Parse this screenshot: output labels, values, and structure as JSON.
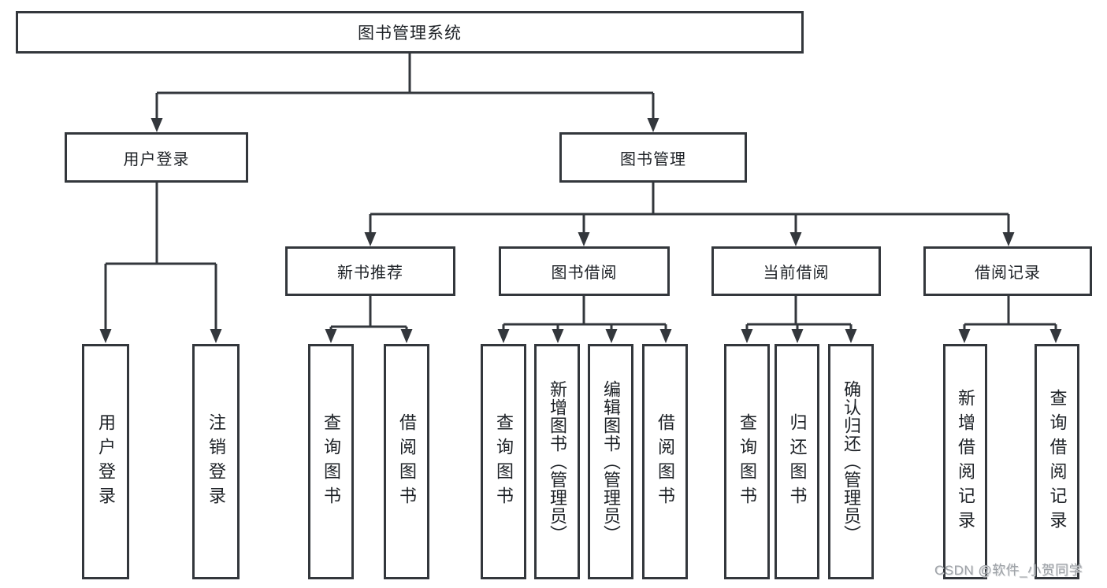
{
  "diagram_title": "图书管理系统",
  "nodes": {
    "root": "图书管理系统",
    "login": "用户登录",
    "manage": "图书管理",
    "recommend": "新书推荐",
    "borrow": "图书借阅",
    "current": "当前借阅",
    "records": "借阅记录"
  },
  "leaves": [
    "用户登录",
    "注销登录",
    "查询图书",
    "借阅图书",
    "查询图书",
    "新增图书（管理员）",
    "编辑图书（管理员）",
    "借阅图书",
    "查询图书",
    "归还图书",
    "确认归还（管理员）",
    "新增借阅记录",
    "查询借阅记录"
  ],
  "watermark": "CSDN @软件_小贺同学",
  "colors": {
    "line": "#33373c",
    "box_border": "#33373c",
    "text": "#1d2126",
    "background": "#ffffff",
    "watermark": "#9fa3a8"
  }
}
